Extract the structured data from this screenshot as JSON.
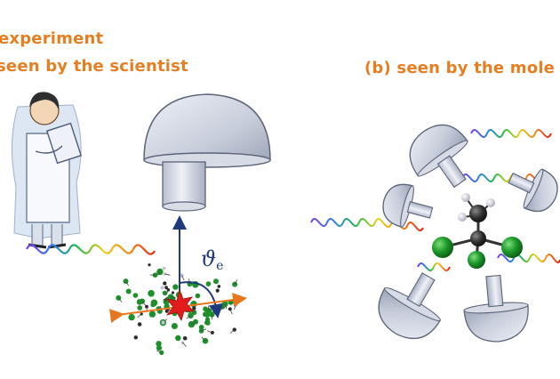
{
  "labels": {
    "experiment": "experiment",
    "seen_by_scientist": "seen by the scientist",
    "seen_by_molecule": "(b) seen by the mole"
  },
  "angle_label": {
    "symbol": "ϑ",
    "subscript": "e"
  },
  "colors": {
    "label_orange": "#e67e22",
    "detector_fill": "#c9cfdc",
    "detector_stroke": "#5b6478",
    "arrow_orange": "#e8761c",
    "angle_arrow": "#1f3a7a",
    "molecule_green": "#1f8f2c",
    "carbon_dark": "#2b2b2b",
    "star_red": "#e21b1b"
  },
  "icons": [
    "scientist-with-clipboard-icon",
    "detector-icon",
    "light-wave-icon",
    "molecule-cloud-icon",
    "molecule-icon"
  ]
}
